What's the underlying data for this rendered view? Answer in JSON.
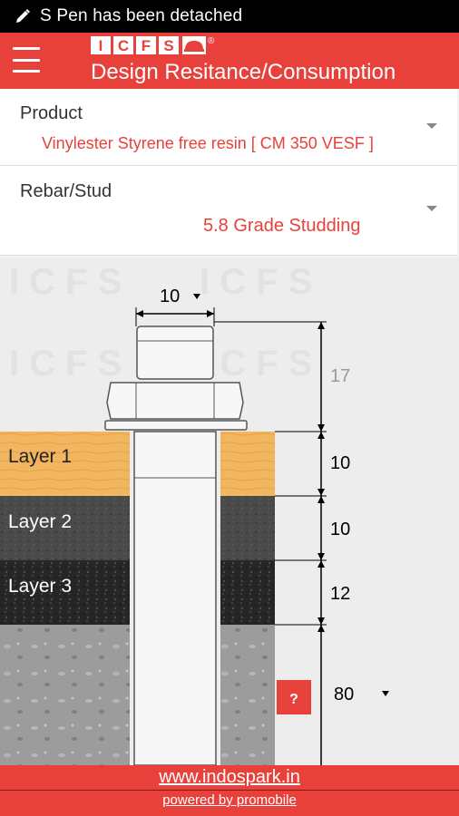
{
  "status_bar": {
    "text": "S Pen has been detached",
    "icon": "pen-icon"
  },
  "app_bar": {
    "logo_letters": [
      "I",
      "C",
      "F",
      "S"
    ],
    "logo_mark": "®",
    "title": "Design Resitance/Consumption",
    "menu_icon": "menu-icon"
  },
  "product": {
    "label": "Product",
    "value": "Vinylester Styrene free resin [ CM 350 VESF ]"
  },
  "rebar": {
    "label": "Rebar/Stud",
    "value": "5.8 Grade Studding"
  },
  "diagram": {
    "diameter": "10",
    "protrusion": "17",
    "layers": [
      {
        "name": "Layer 1",
        "thickness": "10"
      },
      {
        "name": "Layer 2",
        "thickness": "10"
      },
      {
        "name": "Layer 3",
        "thickness": "12"
      }
    ],
    "embedment": "80",
    "help_label": "?",
    "watermark": "ICFS",
    "colors": {
      "layer1": "#f2b560",
      "layer2": "#4a4a4a",
      "layer3": "#2a2a2a",
      "base": "#9a9a9a",
      "accent": "#e8413c"
    }
  },
  "footer": {
    "url": "www.indospark.in",
    "powered": "powered by promobile"
  }
}
